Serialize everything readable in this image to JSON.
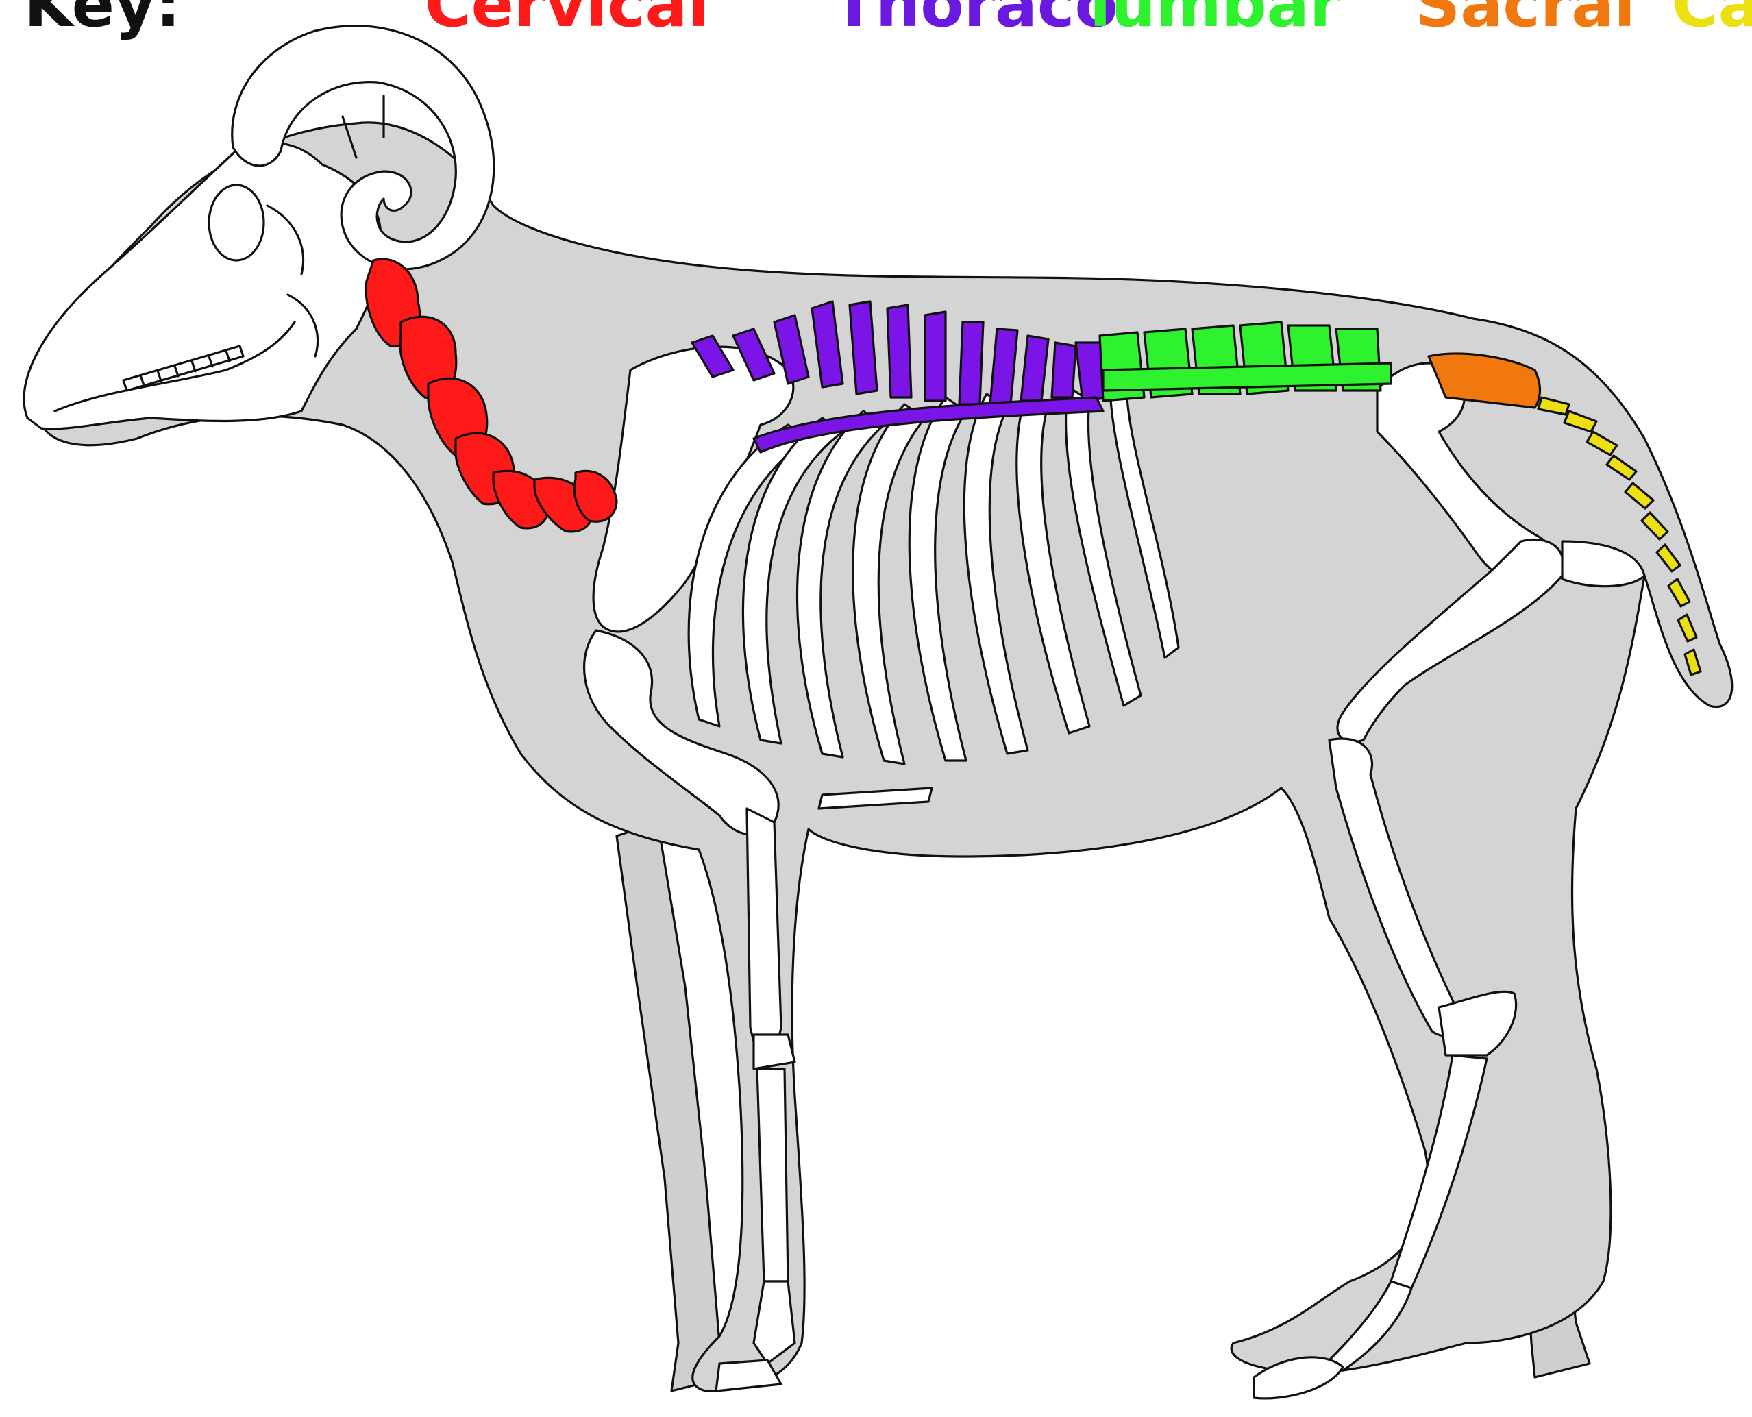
{
  "key": {
    "label": "Key:",
    "cervical": "Cervical",
    "thoracic": "Thoraco",
    "lumbar": "lumbar",
    "sacral": "Sacral",
    "caudal": "Ca"
  },
  "colors": {
    "body": "#d4d4d4",
    "bone": "#ffffff",
    "outline": "#111111",
    "cervical": "#ff1a1a",
    "thoracic": "#7b14e6",
    "lumbar": "#2df22d",
    "sacral": "#f0780e",
    "caudal": "#ecdf12",
    "thoracic_text": "#6a1ae0",
    "thoracic_text_end": "#2a2ad6"
  }
}
